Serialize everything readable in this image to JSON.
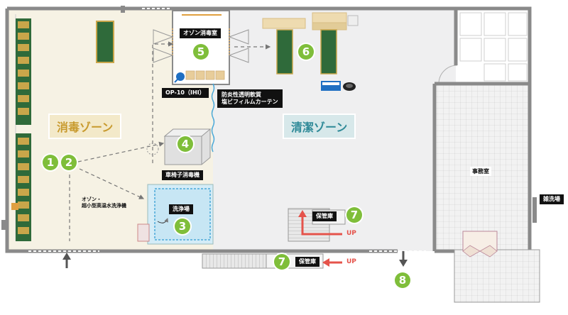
{
  "zones": {
    "disinfection": "消毒ゾーン",
    "clean": "清潔ゾーン"
  },
  "labels": {
    "ozone_room": "オゾン消毒室",
    "op10": "OP-10（IHI）",
    "curtain_line1": "防炎性透明軟質",
    "curtain_line2": "塩ビフィルムカーテン",
    "wheelchair_disinfector": "車椅子消毒機",
    "washing_area": "洗浄場",
    "ozone_washer_line1": "オゾン・",
    "ozone_washer_line2": "超小型高温水洗浄機",
    "storage_upper": "保管庫",
    "storage_lower": "保管庫",
    "office": "事務室",
    "misc_washing": "雑洗場",
    "up_upper": "UP",
    "up_lower": "UP"
  },
  "markers": {
    "m1": "1",
    "m2": "2",
    "m3": "3",
    "m4": "4",
    "m5": "5",
    "m6": "6",
    "m7a": "7",
    "m7b": "7",
    "m8": "8"
  },
  "colors": {
    "disinfection_zone_bg": "#f6f2e4",
    "clean_zone_bg": "#efeff0",
    "marker_green": "#7fbe3a",
    "zone_text_disinfection": "#c89a2e",
    "zone_text_clean": "#2f8a98",
    "wash_blue": "#d4ecf7",
    "arrow_red": "#e5534b",
    "shelf_green": "#2f6a3a",
    "shelf_tan": "#c9a64a"
  }
}
